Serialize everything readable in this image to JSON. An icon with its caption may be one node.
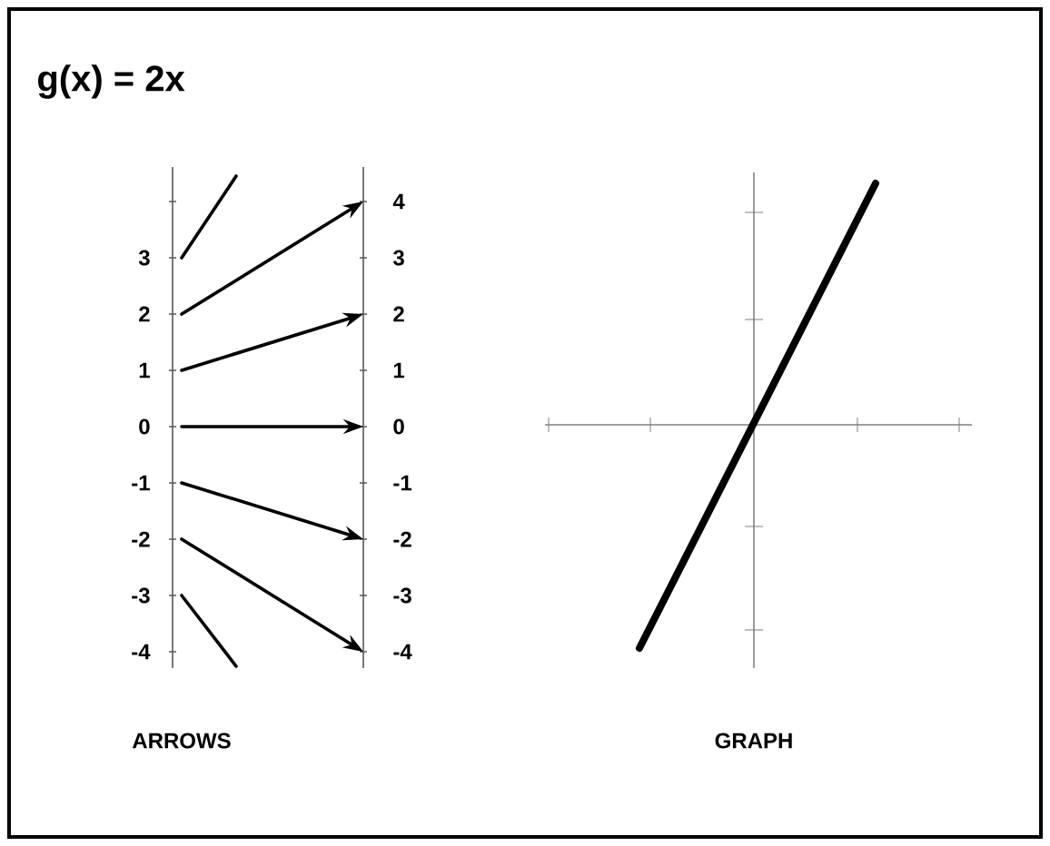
{
  "diagram": {
    "title": "g(x) = 2x",
    "nodes": [
      {
        "text": [
          "3"
        ]
      },
      {
        "text": [
          "2"
        ]
      },
      {
        "text": [
          "1"
        ]
      },
      {
        "text": [
          "0"
        ]
      },
      {
        "text": [
          "-1"
        ]
      },
      {
        "text": [
          "-2"
        ]
      },
      {
        "text": [
          "-3"
        ]
      },
      {
        "text": [
          "-4"
        ]
      },
      {
        "text": [
          "4"
        ]
      },
      {
        "text": [
          "3"
        ]
      },
      {
        "text": [
          "2"
        ]
      },
      {
        "text": [
          "1"
        ]
      },
      {
        "text": [
          "0"
        ]
      },
      {
        "text": [
          "-1"
        ]
      },
      {
        "text": [
          "-2"
        ]
      },
      {
        "text": [
          "-3"
        ]
      },
      {
        "text": [
          "-4"
        ]
      }
    ],
    "edges": [
      {
        "from": 0,
        "to": null,
        "arrow": "none"
      },
      {
        "from": 1,
        "to": 8,
        "arrow": "to"
      },
      {
        "from": 2,
        "to": 10,
        "arrow": "to"
      },
      {
        "from": 3,
        "to": 12,
        "arrow": "to"
      },
      {
        "from": 4,
        "to": 14,
        "arrow": "to"
      },
      {
        "from": 5,
        "to": 16,
        "arrow": "to"
      },
      {
        "from": 6,
        "to": null,
        "arrow": "none"
      }
    ],
    "labels": [
      "ARROWS",
      "GRAPH"
    ]
  }
}
